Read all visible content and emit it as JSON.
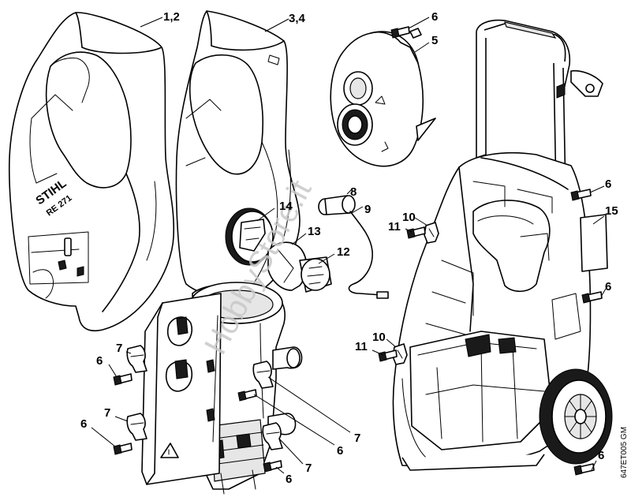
{
  "diagram": {
    "brand_text": "STIHL",
    "model_text": "RE 271",
    "watermark_text": "HobbyStore.it",
    "drawing_code": "647ET005 GM",
    "callouts": [
      {
        "id": "front-cover",
        "label": "1,2"
      },
      {
        "id": "rear-cover",
        "label": "3,4"
      },
      {
        "id": "screw-top",
        "label": "6"
      },
      {
        "id": "reel-cover",
        "label": "5"
      },
      {
        "id": "screw-frame-upper",
        "label": "6"
      },
      {
        "id": "label-plate",
        "label": "15"
      },
      {
        "id": "clip-upper",
        "label": "10"
      },
      {
        "id": "screw-clip-upper",
        "label": "11"
      },
      {
        "id": "hose-fitting-8",
        "label": "8"
      },
      {
        "id": "hose-9",
        "label": "9"
      },
      {
        "id": "knob-14",
        "label": "14"
      },
      {
        "id": "part-13",
        "label": "13"
      },
      {
        "id": "knob-12",
        "label": "12"
      },
      {
        "id": "screw-frame-middle",
        "label": "6"
      },
      {
        "id": "clip-lower",
        "label": "10"
      },
      {
        "id": "screw-clip-lower",
        "label": "11"
      },
      {
        "id": "holder-left-upper",
        "label": "7"
      },
      {
        "id": "screw-left-upper",
        "label": "6"
      },
      {
        "id": "holder-left-lower",
        "label": "7"
      },
      {
        "id": "screw-left-lower",
        "label": "6"
      },
      {
        "id": "holder-right-upper",
        "label": "7"
      },
      {
        "id": "screw-right-upper",
        "label": "6"
      },
      {
        "id": "holder-right-lower",
        "label": "7"
      },
      {
        "id": "screw-right-lower",
        "label": "6"
      },
      {
        "id": "screw-bottom-right",
        "label": "6"
      }
    ]
  }
}
